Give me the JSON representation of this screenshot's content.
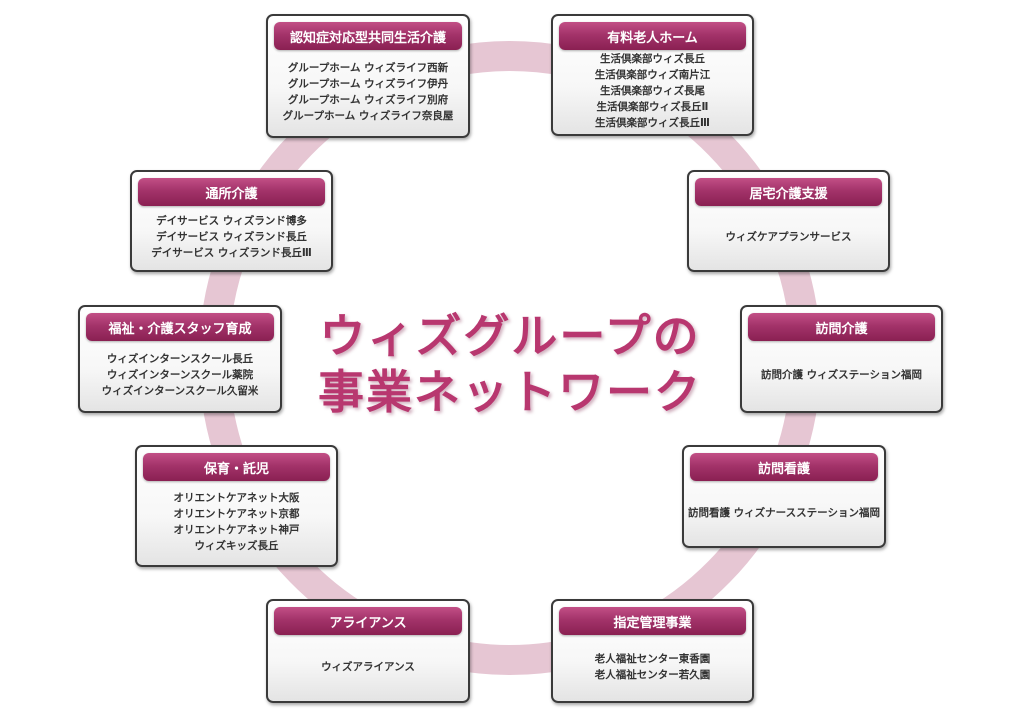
{
  "title": {
    "line1": "ウィズグループの",
    "line2": "事業ネットワーク"
  },
  "colors": {
    "accent": "#a3336a",
    "ring": "#e6c6d3",
    "title": "#b8376f"
  },
  "boxes": [
    {
      "header": "認知症対応型共同生活介護",
      "items": [
        "グループホーム ウィズライフ西新",
        "グループホーム ウィズライフ伊丹",
        "グループホーム ウィズライフ別府",
        "グループホーム ウィズライフ奈良屋"
      ]
    },
    {
      "header": "有料老人ホーム",
      "items": [
        "生活倶楽部ウィズ長丘",
        "生活倶楽部ウィズ南片江",
        "生活倶楽部ウィズ長尾",
        "生活倶楽部ウィズ長丘Ⅱ",
        "生活倶楽部ウィズ長丘Ⅲ"
      ]
    },
    {
      "header": "通所介護",
      "items": [
        "デイサービス ウィズランド博多",
        "デイサービス ウィズランド長丘",
        "デイサービス ウィズランド長丘Ⅲ"
      ]
    },
    {
      "header": "居宅介護支援",
      "items": [
        "ウィズケアプランサービス"
      ]
    },
    {
      "header": "福祉・介護スタッフ育成",
      "items": [
        "ウィズインターンスクール長丘",
        "ウィズインターンスクール薬院",
        "ウィズインターンスクール久留米"
      ]
    },
    {
      "header": "訪問介護",
      "items": [
        "訪問介護 ウィズステーション福岡"
      ]
    },
    {
      "header": "保育・託児",
      "items": [
        "オリエントケアネット大阪",
        "オリエントケアネット京都",
        "オリエントケアネット神戸",
        "ウィズキッズ長丘"
      ]
    },
    {
      "header": "訪問看護",
      "items": [
        "訪問看護 ウィズナースステーション福岡"
      ]
    },
    {
      "header": "アライアンス",
      "items": [
        "ウィズアライアンス"
      ]
    },
    {
      "header": "指定管理事業",
      "items": [
        "老人福祉センター東香園",
        "老人福祉センター若久園"
      ]
    }
  ]
}
